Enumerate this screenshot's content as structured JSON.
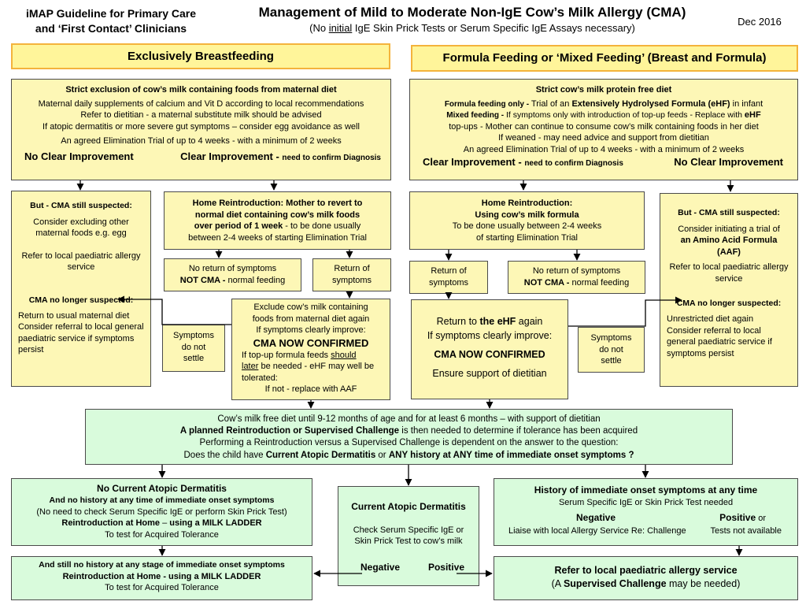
{
  "header": {
    "left_line1": "iMAP Guideline for Primary Care",
    "left_line2": "and ‘First Contact’ Clinicians",
    "title": "Management of Mild to Moderate Non-IgE Cow’s Milk Allergy (CMA)",
    "subtitle_pre": "(No ",
    "subtitle_u": "initial",
    "subtitle_post": " IgE Skin Prick Tests or Serum Specific IgE Assays necessary)",
    "date": "Dec 2016"
  },
  "headers": {
    "left": "Exclusively Breastfeeding",
    "right": "Formula Feeding or ‘Mixed Feeding’ (Breast and Formula)"
  },
  "bf_top": {
    "title": "Strict exclusion of cow’s milk containing foods from maternal diet",
    "l1": "Maternal daily supplements of calcium and Vit D according to local recommendations",
    "l2": "Refer to dietitian - a maternal substitute milk should be advised",
    "l3": "If atopic dermatitis or more severe gut symptoms – consider egg avoidance as well",
    "l4": "An agreed Elimination Trial of up to 4 weeks  - with a minimum of 2 weeks",
    "no_clear": "No Clear Improvement",
    "clear": "Clear Improvement - ",
    "clear_small": "need to confirm Diagnosis"
  },
  "ff_top": {
    "title": "Strict cow’s milk protein free diet",
    "l1a": "Formula feeding only   -",
    "l1b": " Trial of an ",
    "l1c": "Extensively Hydrolysed Formula (eHF)",
    "l1d": " in infant",
    "l2a": "Mixed feeding   -",
    "l2b": " If symptoms only with introduction of top-up feeds - Replace with ",
    "l2c": "eHF",
    "l3": "top-ups -  Mother can continue to consume cow’s milk containing  foods in her diet",
    "l4": "If weaned  - may need advice and support from dietitian",
    "l5": "An agreed Elimination Trial of up to 4 weeks  - with a minimum of 2 weeks",
    "clear": "Clear Improvement - ",
    "clear_small": "need to confirm Diagnosis",
    "no_clear": "No Clear Improvement"
  },
  "bf_suspected": {
    "title": "But - CMA still suspected:",
    "l1": "Consider excluding other maternal foods e.g. egg",
    "l2": "Refer to local paediatric allergy service",
    "title2": "CMA no longer suspected:",
    "l3": "Return to usual maternal diet",
    "l4": "Consider referral to local general paediatric service if symptoms persist"
  },
  "bf_home": {
    "l1": "Home Reintroduction:  Mother to revert to",
    "l2": "normal diet containing cow’s milk foods",
    "l3a": "over period of 1 week",
    "l3b": " - to be done usually",
    "l4": "between 2-4 weeks of starting Elimination Trial"
  },
  "bf_no_return": {
    "l1": "No return of symptoms",
    "l2a": "NOT CMA - ",
    "l2b": "normal feeding"
  },
  "bf_return": {
    "l1": "Return of",
    "l2": "symptoms"
  },
  "bf_symptoms_not_settle": {
    "l1": "Symptoms",
    "l2": "do not",
    "l3": "settle"
  },
  "bf_exclude": {
    "l1": "Exclude cow’s milk containing",
    "l2": "foods from maternal diet again",
    "l3": "If symptoms clearly improve:",
    "l4": "CMA  NOW  CONFIRMED",
    "l5a": "If top-up formula feeds ",
    "l5b": "should",
    "l6a": "later",
    "l6b": " be needed - eHF may well be",
    "l7": "tolerated:",
    "l8": "If not - replace with AAF"
  },
  "ff_home": {
    "l1": "Home Reintroduction:",
    "l2": "Using cow’s milk formula",
    "l3": "To be done usually between 2-4 weeks",
    "l4": "of starting Elimination Trial"
  },
  "ff_return": {
    "l1": "Return of",
    "l2": "symptoms"
  },
  "ff_no_return": {
    "l1": "No return of symptoms",
    "l2a": "NOT CMA - ",
    "l2b": "normal feeding"
  },
  "ff_ehf": {
    "l1a": "Return to ",
    "l1b": "the eHF",
    "l1c": " again",
    "l2": "If symptoms clearly improve:",
    "l3": "CMA  NOW  CONFIRMED",
    "l4": "Ensure support of dietitian"
  },
  "ff_symptoms_not_settle": {
    "l1": "Symptoms",
    "l2": "do not",
    "l3": "settle"
  },
  "ff_suspected": {
    "title": "But -  CMA still suspected:",
    "l1": "Consider initiating a trial of",
    "l2": "an  Amino Acid Formula",
    "l3": "(AAF)",
    "l4": "Refer to local paediatric allergy service",
    "title2": "CMA no longer suspected:",
    "l5": "Unrestricted diet again",
    "l6": "Consider referral to local general paediatric service  if symptoms persist"
  },
  "middle": {
    "l1": "Cow’s milk free diet until 9-12 months of age and for at least 6 months – with support of dietitian",
    "l2a": "A planned  Reintroduction or Supervised Challenge",
    "l2b": " is then needed to determine if tolerance has been acquired",
    "l3": "Performing a Reintroduction versus a Supervised Challenge is dependent on the answer to the question:",
    "l4a": "Does the child have ",
    "l4b": "Current Atopic Dermatitis",
    "l4c": "  or  ",
    "l4d": "ANY history at ANY time of immediate onset symptoms",
    "l4e": " ?"
  },
  "no_ad": {
    "title": "No Current Atopic Dermatitis",
    "l1": "And no history at any time of immediate onset symptoms",
    "l2": "(No need to check Serum Specific IgE or perform Skin Prick Test)",
    "l3a": "Reintroduction at Home",
    "l3b": " – ",
    "l3c": "using a MILK LADDER",
    "l4": "To test for Acquired Tolerance"
  },
  "current_ad": {
    "title": "Current Atopic Dermatitis",
    "l1": "Check Serum Specific IgE or",
    "l2": "Skin Prick Test to cow’s milk",
    "neg": "Negative",
    "pos": "Positive"
  },
  "history": {
    "title": "History of immediate onset symptoms at any time",
    "l1": "Serum Specific IgE or Skin Prick Test needed",
    "neg": "Negative",
    "pos": "Positive",
    "or": " or",
    "l2": "Liaise with local Allergy Service Re: Challenge",
    "l3": "Tests not available"
  },
  "still_no": {
    "l1": "And still no history at any stage of immediate onset symptoms",
    "l2": "Reintroduction at Home - using a MILK LADDER",
    "l3": "To test for Acquired Tolerance"
  },
  "refer": {
    "l1": "Refer to local paediatric allergy service",
    "l2a": "(A ",
    "l2b": "Supervised Challenge",
    "l2c": " may be needed)"
  }
}
